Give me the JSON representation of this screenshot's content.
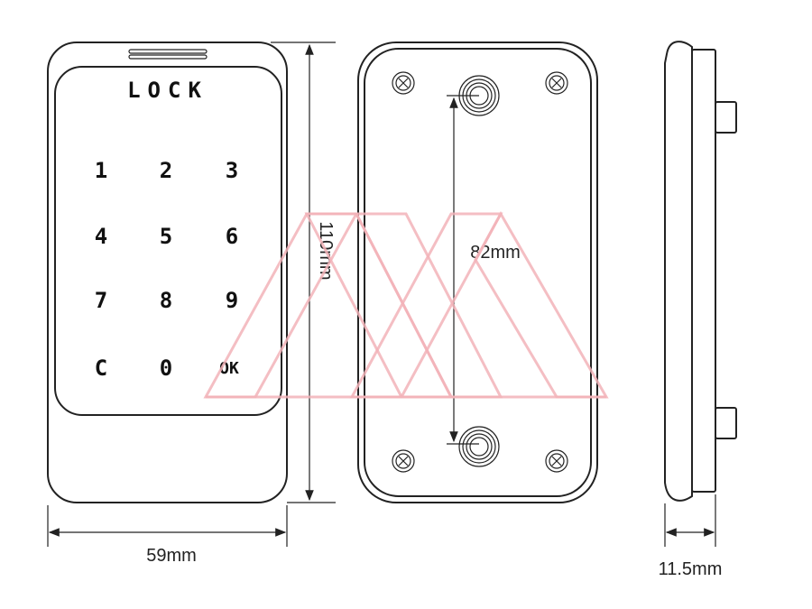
{
  "front_view": {
    "brand_label": "LOCK",
    "keys": [
      "1",
      "2",
      "3",
      "4",
      "5",
      "6",
      "7",
      "8",
      "9",
      "C",
      "0",
      "OK"
    ],
    "height_dimension": "110mm",
    "width_dimension": "59mm"
  },
  "back_view": {
    "hole_spacing_dimension": "82mm"
  },
  "side_view": {
    "depth_dimension": "11.5mm"
  },
  "colors": {
    "line": "#222222",
    "watermark": "#f2b3b8"
  }
}
